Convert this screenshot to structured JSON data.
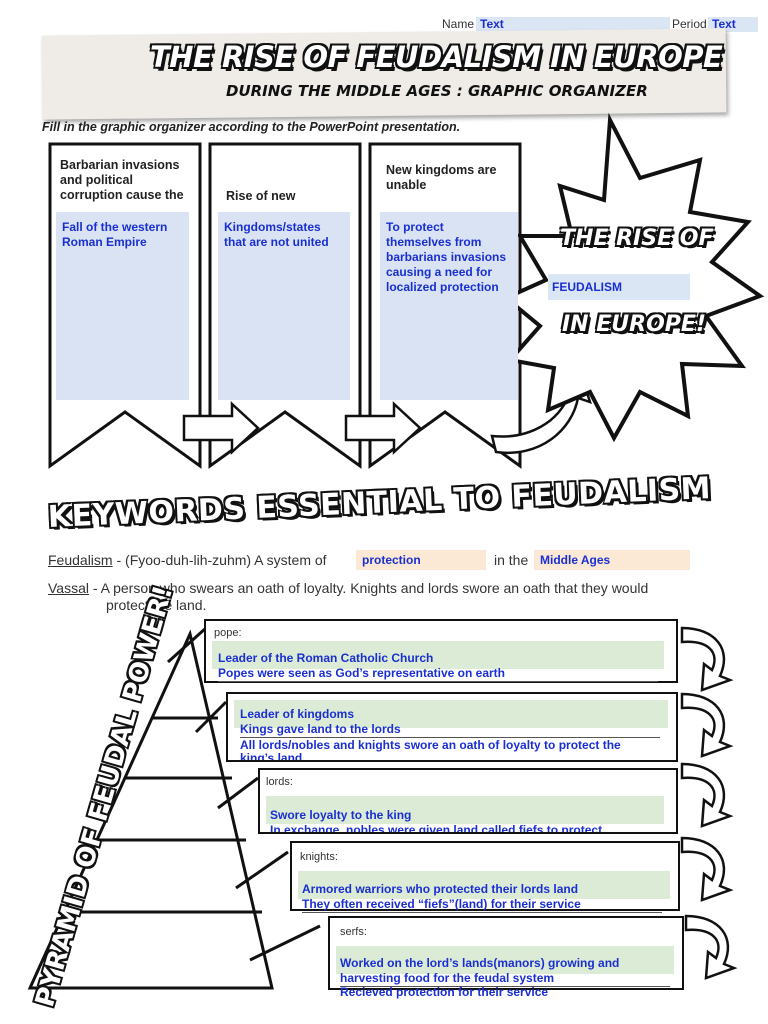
{
  "header": {
    "name_label": "Name",
    "name_value": "Text",
    "period_label": "Period",
    "period_value": "Text"
  },
  "banner": {
    "title": "THE RISE OF FEUDALISM IN EUROPE",
    "subtitle": "DURING THE MIDDLE AGES : GRAPHIC ORGANIZER"
  },
  "instructions": "Fill in the graphic organizer according to the PowerPoint presentation.",
  "columns": [
    {
      "prompt": "Barbarian invasions and  political corruption cause the",
      "answer": "Fall of the western Roman Empire"
    },
    {
      "prompt": "Rise of new",
      "answer": "Kingdoms/states that are not united"
    },
    {
      "prompt": "New kingdoms are unable",
      "answer": "To protect themselves from barbarians invasions causing a need for localized protection"
    }
  ],
  "starburst": {
    "line1": "THE RISE OF",
    "answer": "FEUDALISM",
    "line2": "IN EUROPE!"
  },
  "keywords": {
    "title": "KEYWORDS ESSENTIAL TO FEUDALISM",
    "feudalism_term": "Feudalism",
    "feudalism_def_a": " - (Fyoo-duh-lih-zuhm) A system of",
    "feudalism_fill1": "protection",
    "feudalism_mid": "in the",
    "feudalism_fill2": "Middle Ages",
    "vassal_term": "Vassal",
    "vassal_def": " - A person who swears an oath of loyalty. Knights and lords swore an oath that they would",
    "vassal_def2": "protect the land."
  },
  "pyramid": {
    "label": "PYRAMID OF FEUDAL POWER!",
    "ranks": [
      {
        "label": "pope:",
        "lines": [
          "Leader of the Roman Catholic Church",
          "Popes were seen as God’s representative on earth"
        ]
      },
      {
        "label": "",
        "lines": [
          "Leader of kingdoms",
          "Kings gave land to the lords",
          "All lords/nobles and knights swore an oath of loyalty to protect the",
          "king’s land"
        ]
      },
      {
        "label": "lords:",
        "lines": [
          "Swore loyalty to the king",
          "In exchange, nobles were given land called fiefs to protect"
        ]
      },
      {
        "label": "knights:",
        "lines": [
          "Armored warriors who protected their lords land",
          "They often received “fiefs”(land) for their service"
        ]
      },
      {
        "label": "serfs:",
        "lines": [
          "Worked on the lord’s lands(manors) growing and",
          "harvesting food for the feudal system",
          "Recieved protection for their service"
        ]
      }
    ]
  }
}
